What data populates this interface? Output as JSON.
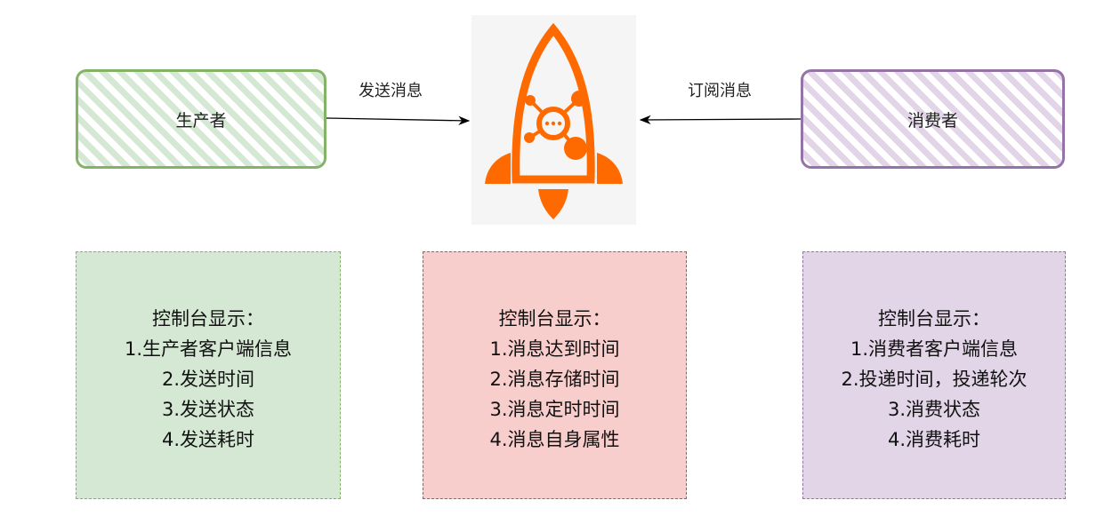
{
  "producer": {
    "label": "生产者",
    "color": "#82b366"
  },
  "consumer": {
    "label": "消费者",
    "color": "#9673a6"
  },
  "arrows": {
    "send": "发送消息",
    "subscribe": "订阅消息"
  },
  "broker": {
    "icon": "rocketmq-rocket-icon",
    "color": "#ff6a00"
  },
  "panels": {
    "producer": {
      "title": "控制台显示：",
      "items": [
        "1.生产者客户端信息",
        "2.发送时间",
        "3.发送状态",
        "4.发送耗时"
      ]
    },
    "broker": {
      "title": "控制台显示：",
      "items": [
        "1.消息达到时间",
        "2.消息存储时间",
        "3.消息定时时间",
        "4.消息自身属性"
      ]
    },
    "consumer": {
      "title": "控制台显示：",
      "items": [
        "1.消费者客户端信息",
        "2.投递时间，投递轮次",
        "3.消费状态",
        "4.消费耗时"
      ]
    }
  }
}
